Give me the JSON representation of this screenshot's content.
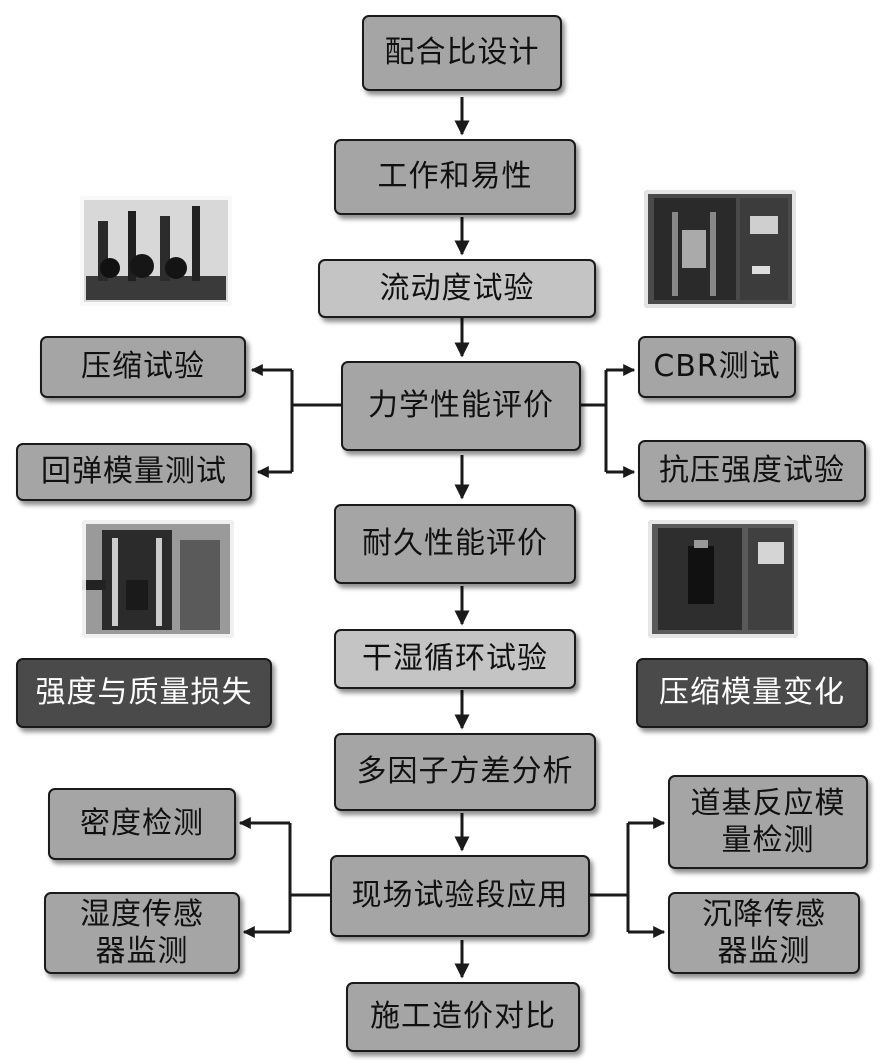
{
  "colors": {
    "box_mid": "#a5a5a5",
    "box_light": "#c4c4c4",
    "box_dark": "#4a4a4a",
    "line": "#1a1a1a"
  },
  "steps": {
    "mix_design": "配合比设计",
    "workability": "工作和易性",
    "flow_test": "流动度试验",
    "mechanical": "力学性能评价",
    "durability": "耐久性能评价",
    "wet_dry": "干湿循环试验",
    "anova": "多因子方差分析",
    "field": "现场试验段应用",
    "cost": "施工造价对比"
  },
  "left": {
    "compression": "压缩试验",
    "resilient": "回弹模量测试",
    "strength_mass": "强度与质量损失",
    "density": "密度检测",
    "humidity": "湿度传感\n器监测"
  },
  "right": {
    "cbr": "CBR测试",
    "compressive_strength": "抗压强度试验",
    "modulus_change": "压缩模量变化",
    "subgrade": "道基反应模\n量检测",
    "settlement": "沉降传感\n器监测"
  },
  "photos": [
    "triaxial-apparatus-photo",
    "cbr-machine-photo",
    "resilient-modulus-apparatus-photo",
    "compression-machine-photo"
  ]
}
